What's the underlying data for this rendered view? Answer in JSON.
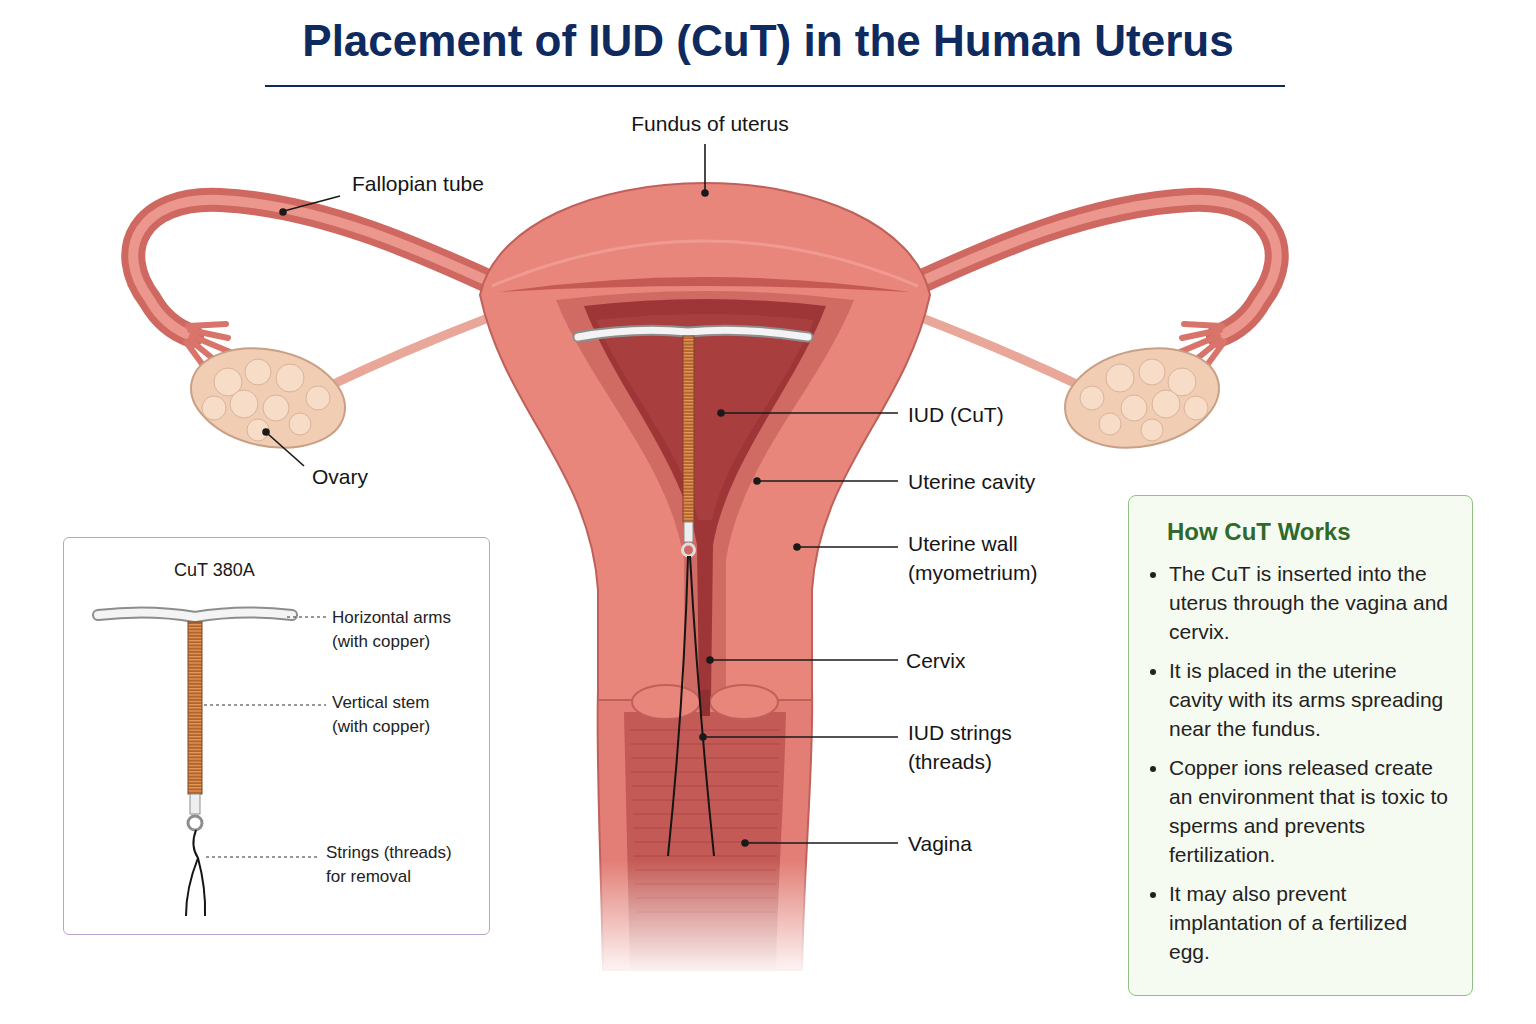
{
  "diagram": {
    "title": "Placement of IUD (CuT) in the Human Uterus",
    "nodes": [
      {
        "text": [
          "CuT 380A",
          "Horizontal arms (with copper)",
          "Vertical stem (with copper)",
          "Strings (threads) for removal"
        ]
      },
      {
        "text": [
          "How CuT Works",
          "The CuT is inserted into the uterus through the vagina and cervix.",
          "It is placed in the uterine cavity with its arms spreading near the fundus.",
          "Copper ions released create an environment that is toxic to sperms and prevents fertilization.",
          "It may also prevent implantation of a fertilized egg."
        ]
      }
    ],
    "labels": [
      "Fundus of uterus",
      "Fallopian tube",
      "Ovary",
      "IUD (CuT)",
      "Uterine cavity",
      "Uterine wall (myometrium)",
      "Cervix",
      "IUD strings (threads)",
      "Vagina"
    ]
  }
}
